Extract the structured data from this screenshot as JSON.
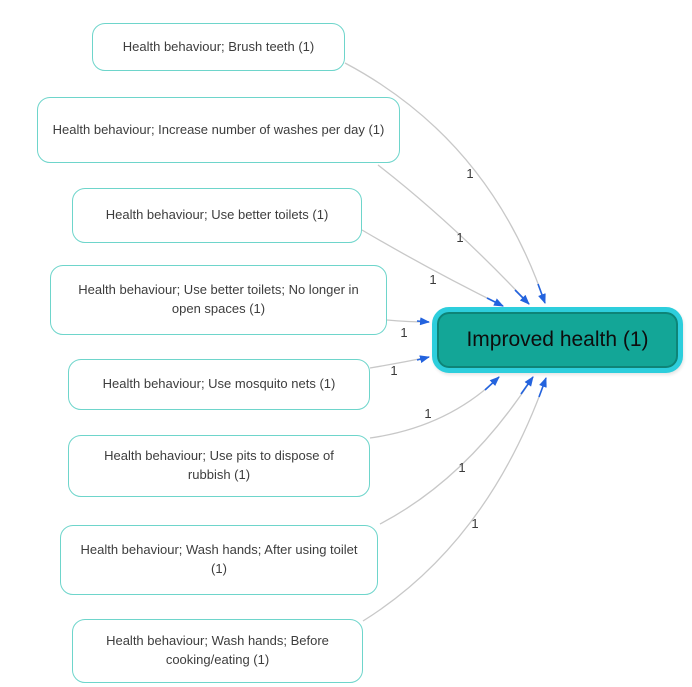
{
  "diagram": {
    "title_node": {
      "label": "Improved health (1)"
    },
    "source_nodes": [
      {
        "label": "Health behaviour; Brush teeth (1)"
      },
      {
        "label": "Health behaviour; Increase number of washes per day (1)"
      },
      {
        "label": "Health behaviour; Use better toilets (1)"
      },
      {
        "label": "Health behaviour; Use better toilets; No longer in open spaces (1)"
      },
      {
        "label": "Health behaviour; Use mosquito nets (1)"
      },
      {
        "label": "Health behaviour; Use pits to dispose of rubbish (1)"
      },
      {
        "label": "Health behaviour; Wash hands; After using toilet (1)"
      },
      {
        "label": "Health behaviour; Wash hands; Before cooking/eating (1)"
      }
    ],
    "edges": [
      {
        "label": "1"
      },
      {
        "label": "1"
      },
      {
        "label": "1"
      },
      {
        "label": "1"
      },
      {
        "label": "1"
      },
      {
        "label": "1"
      },
      {
        "label": "1"
      },
      {
        "label": "1"
      }
    ],
    "colors": {
      "source_node_border": "#6ed5cb",
      "source_node_text": "#3d3d3d",
      "edge_line": "#c8c8c8",
      "arrow_blue": "#2363de",
      "target_fill": "#13a697",
      "target_ring": "#2dcedc",
      "background": "#ffffff"
    }
  }
}
